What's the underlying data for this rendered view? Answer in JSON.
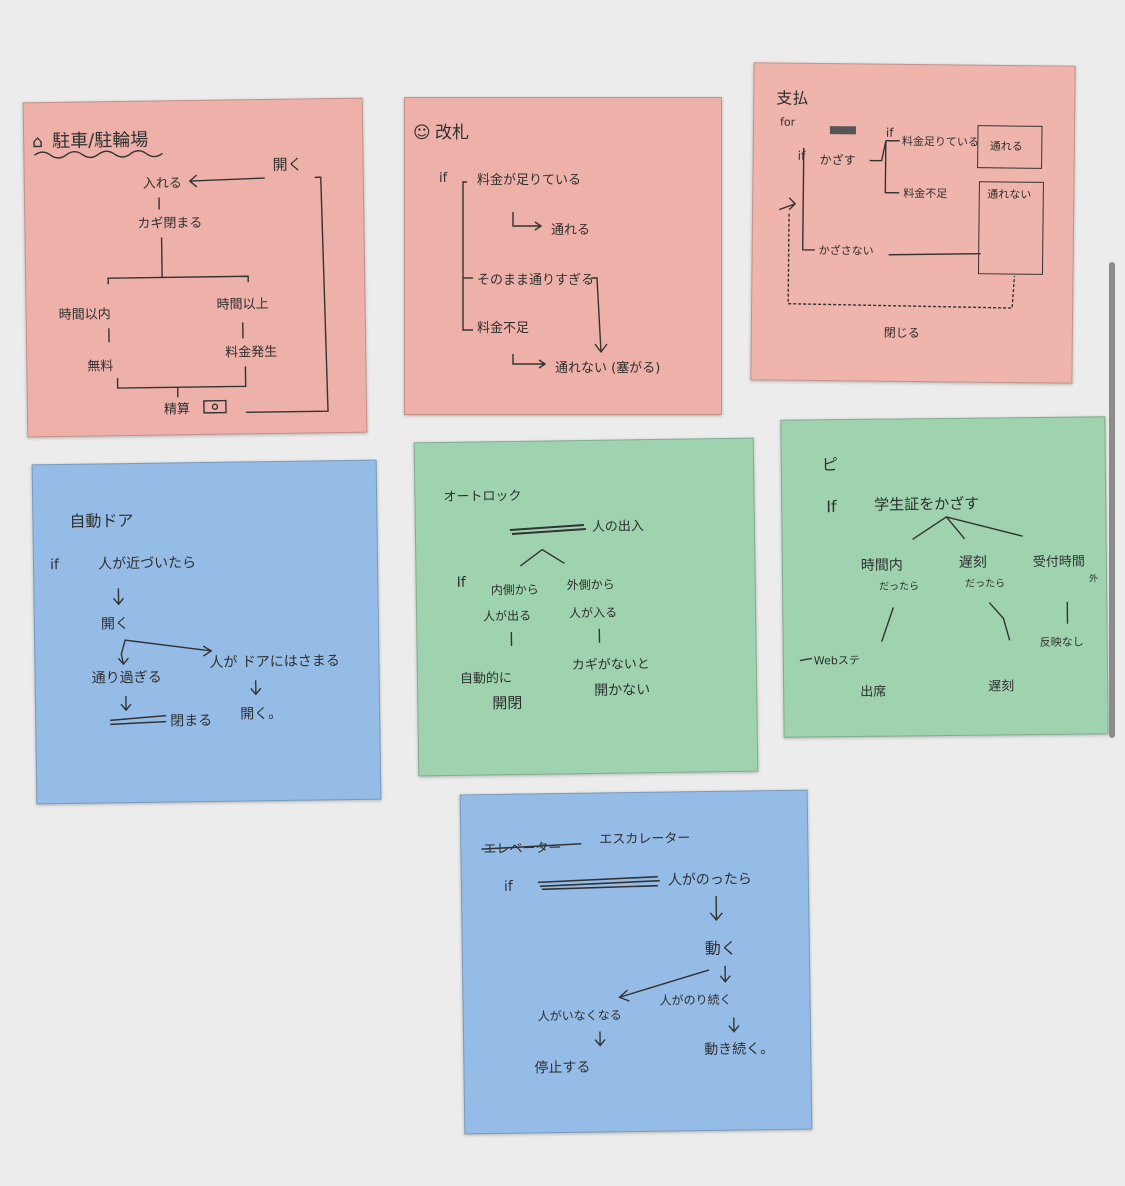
{
  "notes": {
    "parking": {
      "title": "駐車/駐輪場",
      "in": "入れる",
      "lock": "カギ閉まる",
      "within": "時間以内",
      "over": "時間以上",
      "free": "無料",
      "fee": "料金発生",
      "pay": "精算",
      "open": "開く"
    },
    "ticket": {
      "title": "改札",
      "if": "if",
      "cond1": "料金が足りている",
      "pass": "通れる",
      "cond2": "そのまま通りすぎる",
      "cond3": "料金不足",
      "nopass": "通れない (塞がる)"
    },
    "pay": {
      "title": "支払",
      "for": "for",
      "if1": "if",
      "if2": "if",
      "touch": "かざす",
      "enough": "料金足りている",
      "passable": "通れる",
      "short": "料金不足",
      "impassable": "通れない",
      "notouch": "かざさない",
      "closed": "閉じる"
    },
    "autodoor": {
      "title": "自動ドア",
      "if": "if",
      "cond": "人が近づいたら",
      "open": "開く",
      "pass": "通り過ぎる",
      "stuck": "人が ドアにはさまる",
      "close": "閉まる",
      "open2": "開く。"
    },
    "autolock": {
      "title": "オートロック",
      "io": "人の出入",
      "if": "If",
      "inside": "内側から",
      "outside": "外側から",
      "person_in": "人が出る",
      "person_out": "人が入る",
      "auto": "自動的に",
      "open": "開閉",
      "nokey": "カギがないと",
      "closed": "開かない"
    },
    "card": {
      "title": "ピ",
      "if": "If",
      "cond": "学生証をかざす",
      "in_time": "時間内",
      "in_time_sub": "だったら",
      "late": "遅刻",
      "late_sub": "だったら",
      "reception": "受付時間",
      "reception_sub": "外",
      "web": "Webステ",
      "attend": "出席",
      "late2": "遅刻",
      "no_reaction": "反映なし"
    },
    "escalator": {
      "title": "エスカレーター",
      "struck_title": "エレベーター",
      "if": "if",
      "cond": "人がのったら",
      "move": "動く",
      "gone": "人がいなくなる",
      "keep": "人がのり続く",
      "stop": "停止する",
      "keep_moving": "動き続く。"
    }
  }
}
